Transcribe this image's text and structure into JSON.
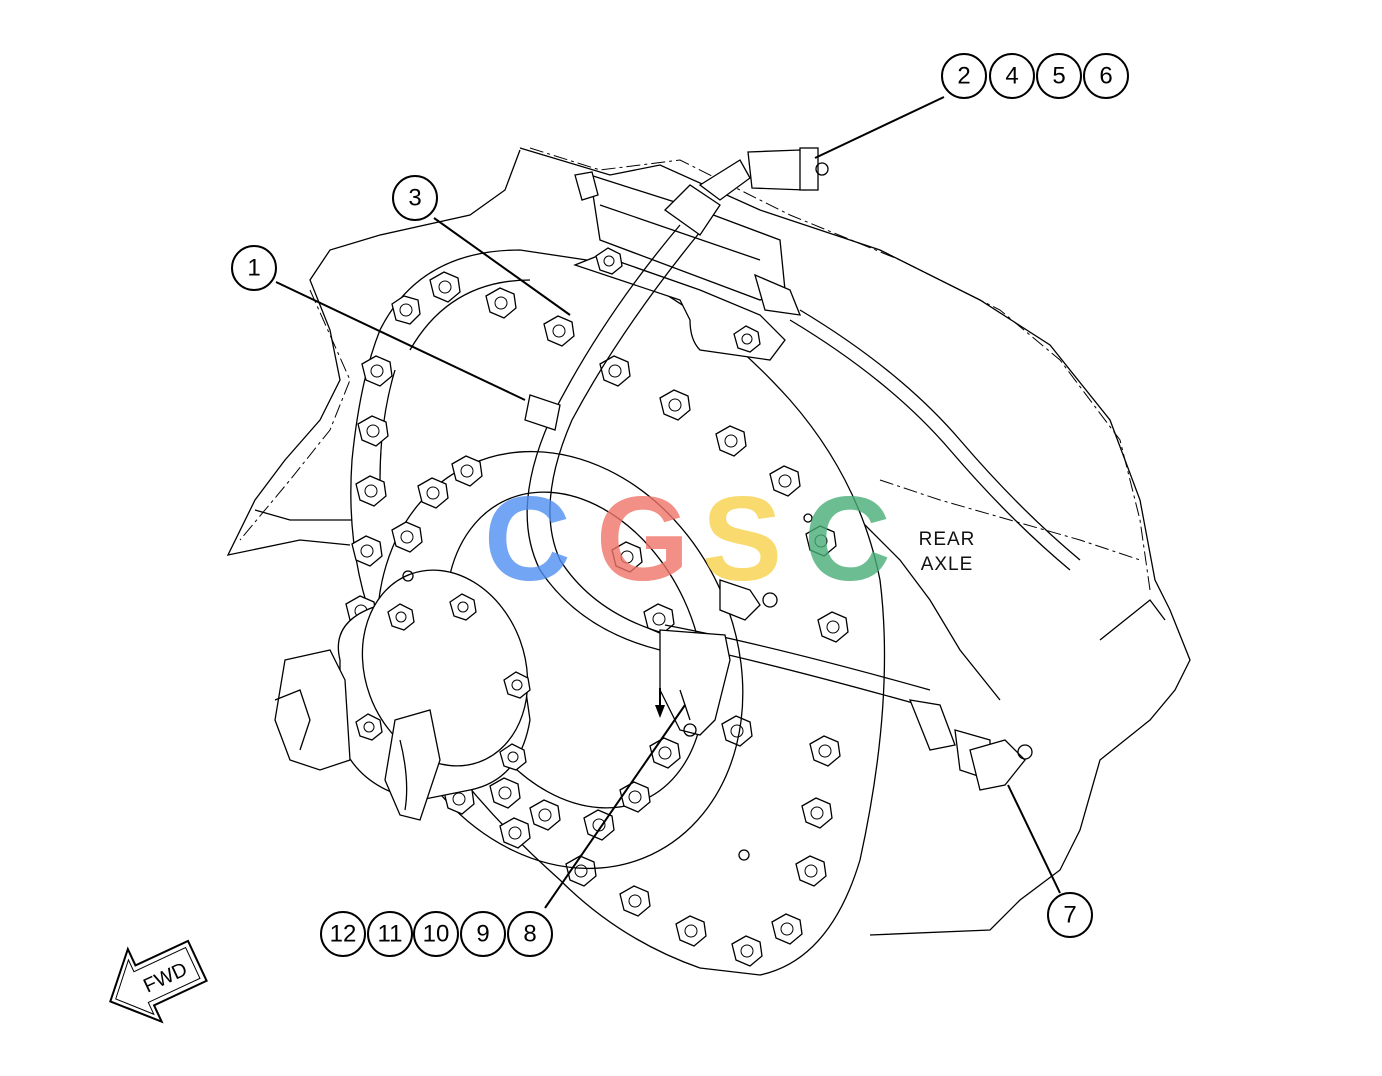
{
  "callouts_top": [
    "2",
    "4",
    "5",
    "6"
  ],
  "callout_3": "3",
  "callout_1": "1",
  "callouts_bottom": [
    "12",
    "11",
    "10",
    "9",
    "8"
  ],
  "callout_7": "7",
  "axle_label": [
    "REAR",
    "AXLE"
  ],
  "fwd_label": "FWD",
  "watermark": {
    "letters": [
      "C",
      "G",
      "S",
      "C"
    ],
    "colors": [
      "#4f8ff2",
      "#ef7468",
      "#f7d24a",
      "#49ad78"
    ]
  }
}
